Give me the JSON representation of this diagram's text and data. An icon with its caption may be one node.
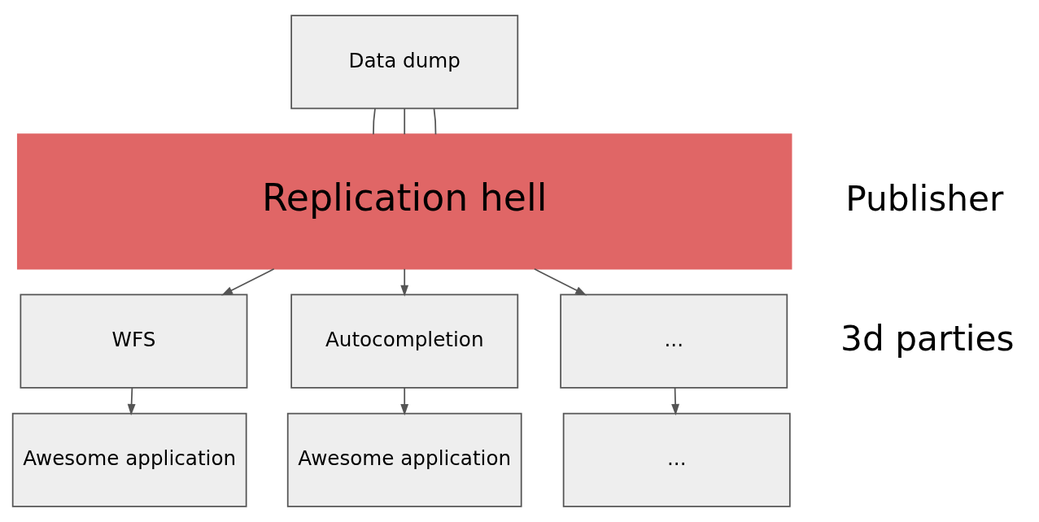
{
  "diagram": {
    "nodes": [
      {
        "text": [
          "Data dump"
        ]
      },
      {
        "text": [
          "Replication hell"
        ]
      },
      {
        "text": [
          "WFS"
        ]
      },
      {
        "text": [
          "Autocompletion"
        ]
      },
      {
        "text": [
          "..."
        ]
      },
      {
        "text": [
          "Awesome application"
        ]
      },
      {
        "text": [
          "Awesome application"
        ]
      },
      {
        "text": [
          "..."
        ]
      }
    ],
    "edges": [
      {
        "from": 0,
        "to": 1,
        "arrow": "none"
      },
      {
        "from": 0,
        "to": 1,
        "arrow": "none"
      },
      {
        "from": 0,
        "to": 1,
        "arrow": "none"
      },
      {
        "from": 1,
        "to": 2,
        "arrow": "to"
      },
      {
        "from": 1,
        "to": 3,
        "arrow": "to"
      },
      {
        "from": 1,
        "to": 4,
        "arrow": "to"
      },
      {
        "from": 2,
        "to": 5,
        "arrow": "to"
      },
      {
        "from": 3,
        "to": 6,
        "arrow": "to"
      },
      {
        "from": 4,
        "to": 7,
        "arrow": "to"
      }
    ],
    "labels": [
      "Publisher",
      "3d parties"
    ]
  }
}
